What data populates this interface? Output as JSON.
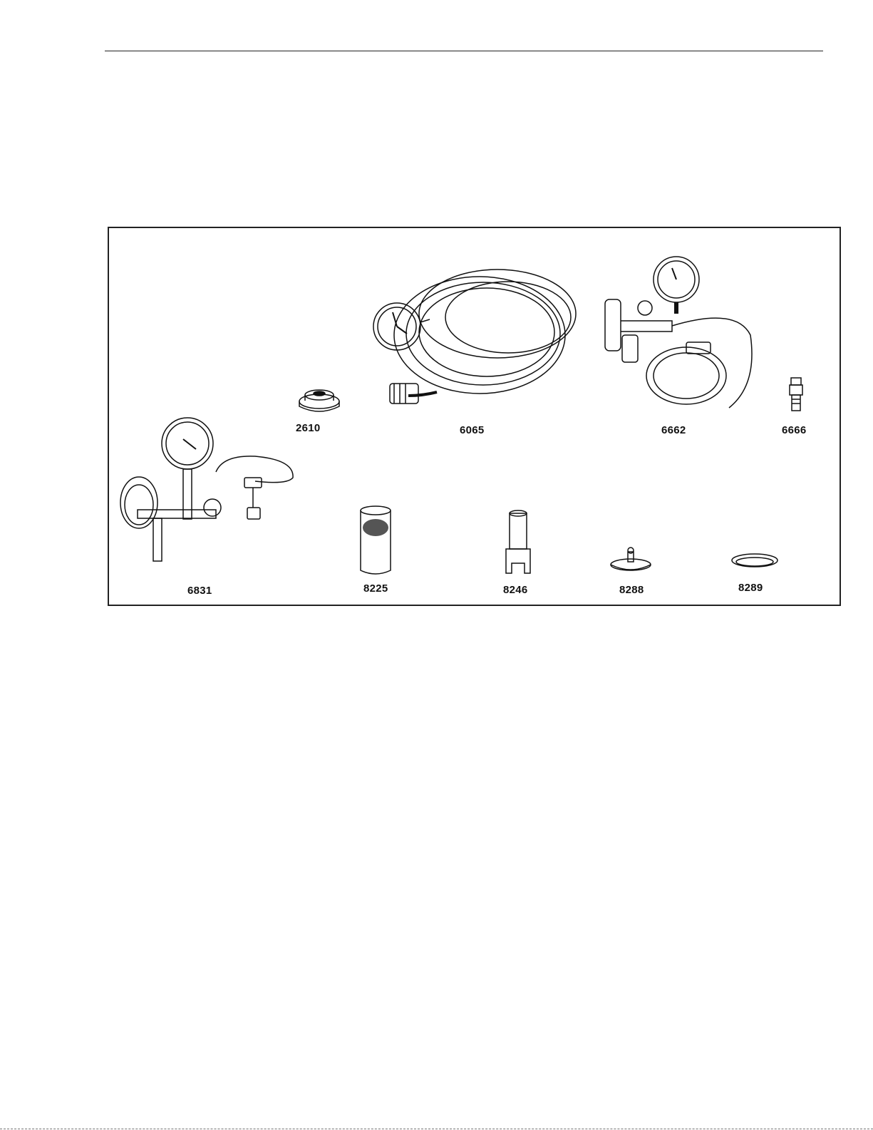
{
  "figure": {
    "tools": [
      {
        "id": "2610",
        "label": "2610"
      },
      {
        "id": "6065",
        "label": "6065"
      },
      {
        "id": "6662",
        "label": "6662"
      },
      {
        "id": "6666",
        "label": "6666"
      },
      {
        "id": "6831",
        "label": "6831"
      },
      {
        "id": "8225",
        "label": "8225"
      },
      {
        "id": "8246",
        "label": "8246"
      },
      {
        "id": "8288",
        "label": "8288"
      },
      {
        "id": "8289",
        "label": "8289"
      }
    ]
  },
  "colors": {
    "ink": "#111111",
    "paper": "#ffffff"
  }
}
